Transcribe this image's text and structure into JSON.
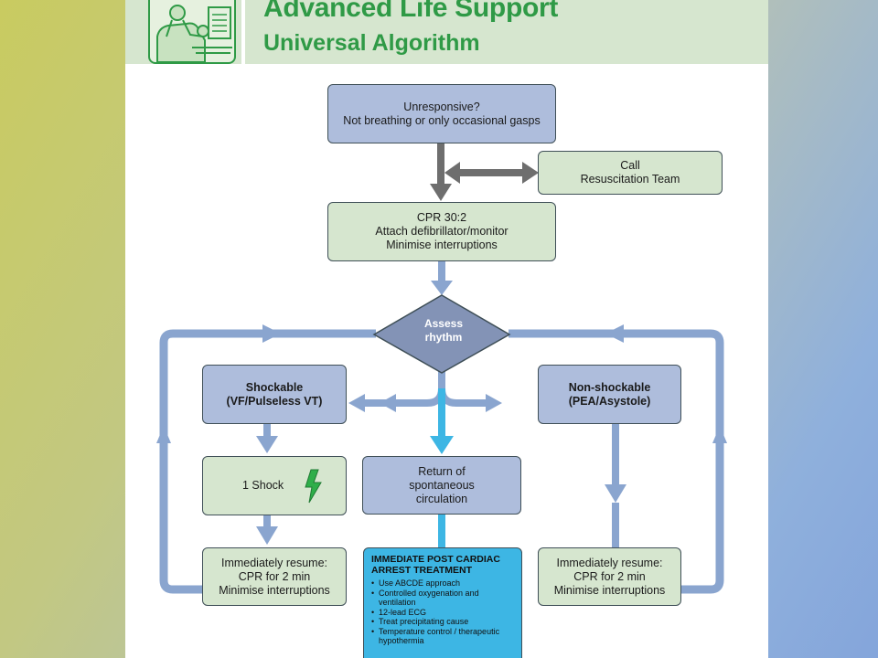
{
  "header": {
    "title": "Advanced Life Support",
    "subtitle": "Universal Algorithm"
  },
  "flow": {
    "unresponsive": {
      "line1": "Unresponsive?",
      "line2": "Not breathing or only occasional gasps"
    },
    "call": {
      "line1": "Call",
      "line2": "Resuscitation Team"
    },
    "cpr": {
      "line1": "CPR 30:2",
      "line2": "Attach defibrillator/monitor",
      "line3": "Minimise interruptions"
    },
    "assess": {
      "line1": "Assess",
      "line2": "rhythm"
    },
    "shockable": {
      "line1": "Shockable",
      "line2": "(VF/Pulseless VT)"
    },
    "non_shockable": {
      "line1": "Non-shockable",
      "line2": "(PEA/Asystole)"
    },
    "shock": {
      "label": "1 Shock",
      "icon": "lightning-bolt-icon"
    },
    "rosc": {
      "line1": "Return of",
      "line2": "spontaneous",
      "line3": "circulation"
    },
    "resume_left": {
      "line1": "Immediately resume:",
      "line2": "CPR for 2 min",
      "line3": "Minimise interruptions"
    },
    "resume_right": {
      "line1": "Immediately resume:",
      "line2": "CPR for 2 min",
      "line3": "Minimise interruptions"
    },
    "post_arrest": {
      "title_line1": "IMMEDIATE POST CARDIAC",
      "title_line2": "ARREST TREATMENT",
      "items": [
        "Use ABCDE approach",
        "Controlled oxygenation and ventilation",
        "12-lead ECG",
        "Treat precipitating cause",
        "Temperature control / therapeutic hypothermia"
      ]
    }
  },
  "colors": {
    "arrow_grey": "#6e6e6e",
    "arrow_blue": "#8aa5cf",
    "arrow_cyan": "#3db6e4",
    "box_blue": "#aebddc",
    "box_green": "#d6e6cf",
    "header_green": "#2f9a46",
    "diamond": "#8393b6"
  }
}
